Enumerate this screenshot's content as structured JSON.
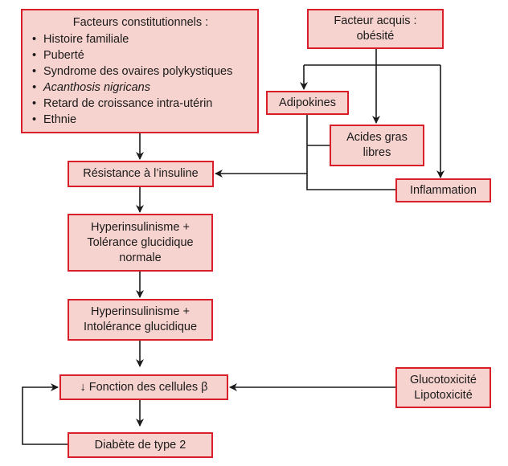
{
  "constitutional": {
    "title": "Facteurs constitutionnels :",
    "items": [
      "Histoire familiale",
      "Puberté",
      "Syndrome des ovaires polykystiques",
      "Acanthosis nigricans",
      "Retard de croissance intra-utérin",
      "Ethnie"
    ]
  },
  "acquired": {
    "line1": "Facteur acquis :",
    "line2": "obésité"
  },
  "adipokines": "Adipokines",
  "fatty_acids": {
    "line1": "Acides gras",
    "line2": "libres"
  },
  "inflammation": "Inflammation",
  "insulin_resistance": "Résistance à l’insuline",
  "hyper_normal": {
    "line1": "Hyperinsulinisme +",
    "line2": "Tolérance glucidique",
    "line3": "normale"
  },
  "hyper_intolerance": {
    "line1": "Hyperinsulinisme +",
    "line2": "Intolérance glucidique"
  },
  "beta_function": "↓ Fonction des cellules β",
  "toxicity": {
    "line1": "Glucotoxicité",
    "line2": "Lipotoxicité"
  },
  "diabetes": "Diabète de type 2",
  "colors": {
    "box_fill": "#f7d3cf",
    "box_border": "#d9202a",
    "arrow": "#1a1a1a"
  }
}
